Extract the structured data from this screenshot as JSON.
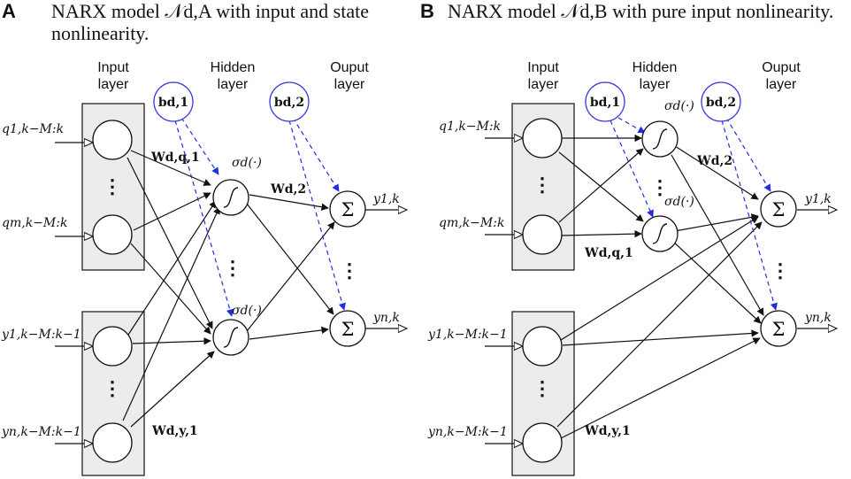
{
  "panel_a": {
    "letter": "A",
    "title_line1": "NARX model 𝒩d,A with input and state",
    "title_line2": "nonlinearity.",
    "labels": {
      "input_layer_1": "Input",
      "input_layer_2": "layer",
      "hidden_layer_1": "Hidden",
      "hidden_layer_2": "layer",
      "output_layer_1": "Ouput",
      "output_layer_2": "layer",
      "bias_hidden": "bd,1",
      "bias_output": "bd,2",
      "w_q": "Wd,q,1",
      "w_2": "Wd,2",
      "w_y": "Wd,y,1",
      "sigma_top": "σd(·)",
      "sigma_bottom": "σd(·)",
      "in_q1": "q1,k−M:k",
      "in_qm": "qm,k−M:k",
      "in_y1": "y1,k−M:k−1",
      "in_yn": "yn,k−M:k−1",
      "out_y1": "y1,k",
      "out_yn": "yn,k",
      "dots": "⋮",
      "sum": "Σ"
    }
  },
  "panel_b": {
    "letter": "B",
    "title": "NARX model 𝒩d,B with pure input nonlinearity.",
    "labels": {
      "input_layer_1": "Input",
      "input_layer_2": "layer",
      "hidden_layer_1": "Hidden",
      "hidden_layer_2": "layer",
      "output_layer_1": "Ouput",
      "output_layer_2": "layer",
      "bias_hidden": "bd,1",
      "bias_output": "bd,2",
      "w_q": "Wd,q,1",
      "w_2": "Wd,2",
      "w_y": "Wd,y,1",
      "sigma_top": "σd(·)",
      "sigma_bottom": "σd(·)",
      "in_q1": "q1,k−M:k",
      "in_qm": "qm,k−M:k",
      "in_y1": "y1,k−M:k−1",
      "in_yn": "yn,k−M:k−1",
      "out_y1": "y1,k",
      "out_yn": "yn,k",
      "dots": "⋮",
      "sum": "Σ"
    }
  },
  "colors": {
    "bias": "#1f2ee6",
    "box_fill": "#ececec",
    "line": "#111111"
  }
}
